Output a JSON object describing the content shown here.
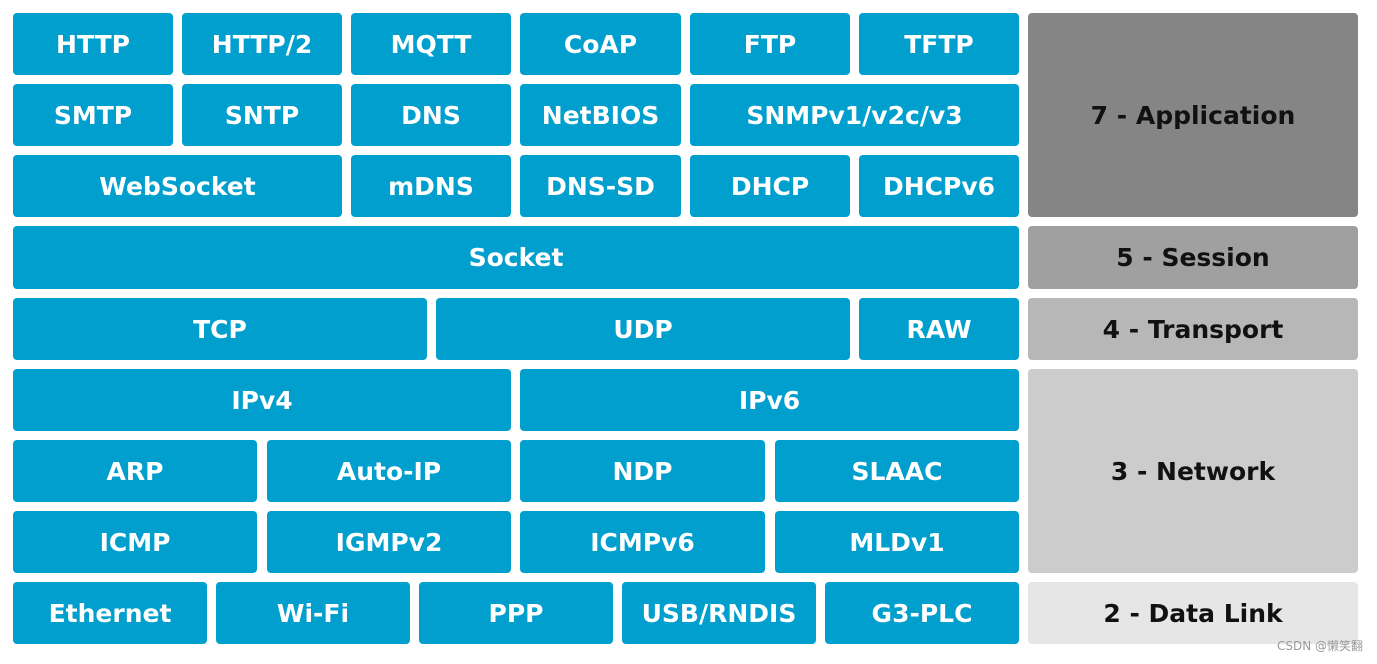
{
  "protocols": {
    "http": "HTTP",
    "http2": "HTTP/2",
    "mqtt": "MQTT",
    "coap": "CoAP",
    "ftp": "FTP",
    "tftp": "TFTP",
    "smtp": "SMTP",
    "sntp": "SNTP",
    "dns": "DNS",
    "netbios": "NetBIOS",
    "snmp": "SNMPv1/v2c/v3",
    "websocket": "WebSocket",
    "mdns": "mDNS",
    "dnssd": "DNS-SD",
    "dhcp": "DHCP",
    "dhcpv6": "DHCPv6",
    "socket": "Socket",
    "tcp": "TCP",
    "udp": "UDP",
    "raw": "RAW",
    "ipv4": "IPv4",
    "ipv6": "IPv6",
    "arp": "ARP",
    "autoip": "Auto-IP",
    "ndp": "NDP",
    "slaac": "SLAAC",
    "icmp": "ICMP",
    "igmpv2": "IGMPv2",
    "icmpv6": "ICMPv6",
    "mldv1": "MLDv1",
    "ethernet": "Ethernet",
    "wifi": "Wi-Fi",
    "ppp": "PPP",
    "usb_rndis": "USB/RNDIS",
    "g3plc": "G3-PLC"
  },
  "layers": {
    "application": "7 - Application",
    "session": "5 - Session",
    "transport": "4 - Transport",
    "network": "3 - Network",
    "datalink": "2 - Data Link"
  },
  "colors": {
    "protocol_box": "#009fce",
    "application_layer": "#858585",
    "session_layer": "#a0a0a0",
    "transport_layer": "#b7b7b7",
    "network_layer": "#cccccc",
    "datalink_layer": "#e6e6e6"
  },
  "watermark": "CSDN @懒笑翻"
}
